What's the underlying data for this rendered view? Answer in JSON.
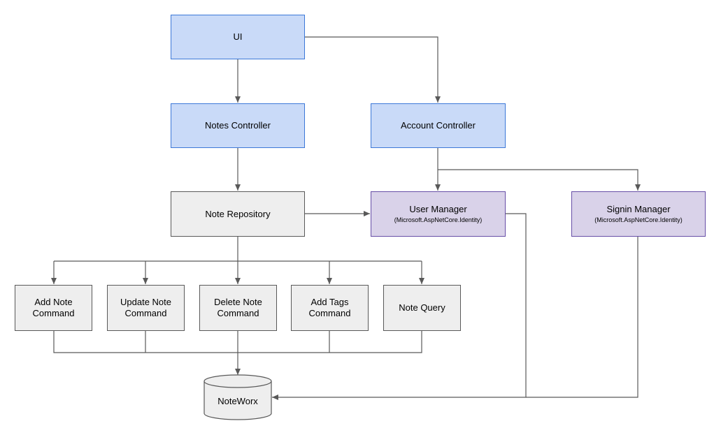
{
  "nodes": {
    "ui": {
      "label": "UI"
    },
    "notes_controller": {
      "label": "Notes Controller"
    },
    "account_controller": {
      "label": "Account Controller"
    },
    "note_repository": {
      "label": "Note Repository"
    },
    "user_manager": {
      "label": "User Manager",
      "sublabel": "(Microsoft.AspNetCore.Identity)"
    },
    "signin_manager": {
      "label": "Signin Manager",
      "sublabel": "(Microsoft.AspNetCore.Identity)"
    },
    "add_note_command": {
      "line1": "Add Note",
      "line2": "Command"
    },
    "update_note_command": {
      "line1": "Update Note",
      "line2": "Command"
    },
    "delete_note_command": {
      "line1": "Delete Note",
      "line2": "Command"
    },
    "add_tags_command": {
      "line1": "Add Tags",
      "line2": "Command"
    },
    "note_query": {
      "label": "Note Query"
    },
    "noteworx": {
      "label": "NoteWorx"
    }
  },
  "colors": {
    "blue_fill": "#c9daf8",
    "blue_border": "#3c78d8",
    "gray_fill": "#eeeeee",
    "gray_border": "#595959",
    "purple_fill": "#d9d2e9",
    "purple_border": "#674ea7",
    "connector": "#595959"
  }
}
